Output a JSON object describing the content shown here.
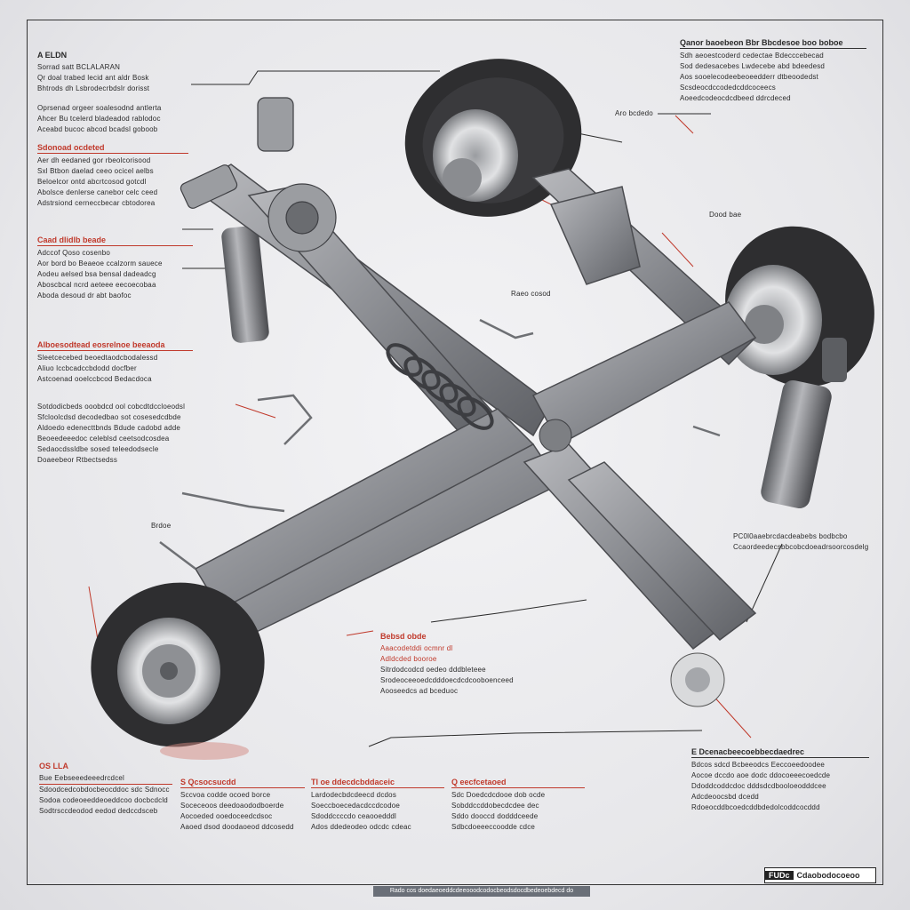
{
  "blocks": [
    {
      "id": "tl1",
      "title": "A ELDN",
      "title_red": false,
      "lines": [
        "Sorrad satt BCLALARAN",
        "Qr doal trabed lecid ant aldr Bosk",
        "Bhtrods dh Lsbrodecrbdslr dorisst"
      ]
    },
    {
      "id": "tl2",
      "title": "",
      "title_red": false,
      "lines": [
        "Oprsenad orgeer soalesodnd antlerta",
        "Ahcer Bu tcelerd bladeadod rablodoc",
        "Aceabd bucoc abcod bcadsl goboob"
      ]
    },
    {
      "id": "tl3",
      "title": "Sdonoad ocdeted",
      "title_red": true,
      "lines": [
        "Aer dh eedaned gor rbeolcorisood",
        "Sxl Btbon daelad ceeo ocicel aelbs",
        "Beloelcor ontd abcrtcosod gotcdl",
        "Abolsce denlerse canebor celc ceed",
        "Adstrsiond cerneccbecar cbtodorea"
      ]
    },
    {
      "id": "tl4",
      "title": "Caad dlidlb beade",
      "title_red": true,
      "lines": [
        "Adccof Qoso cosenbo",
        "Aor bord bo Beaeoe ccalzorm sauece",
        "Aodeu aelsed bsa bensal dadeadcg",
        "Aboscbcal ncrd aeteee eecoecobaa",
        "Aboda desoud dr abt baofoc"
      ]
    },
    {
      "id": "tl5",
      "title": "Alboesodtead eosrelnoe beeaoda",
      "title_red": true,
      "lines": [
        "Sleetcecebed beoedtaodcbodalessd",
        "Aliuo lccbcadccbdodd docfber",
        "Astcoenad ooelccbcod Bedacdoca"
      ]
    },
    {
      "id": "tl6",
      "title": "",
      "title_red": false,
      "lines": [
        "Sotdodicbeds ooobdcd ool cobcdtdccloeodsl",
        "Sfcloolcdsd decodedbao sot cosesedcdbde",
        "Aldoedo edenecttbnds Bdude cadobd adde",
        "Beoeedeeedoc celeblsd ceetsodcosdea",
        "Sedaocdssldbe sosed teleedodsecle",
        "Doaeebeor Rtbectsedss"
      ]
    },
    {
      "id": "tr1",
      "title": "Qanor baoebeon Bbr Bbcdesoe boo boboe",
      "title_red": false,
      "lines": [
        "Sdh aeoestcoderd cedectae Bdecccebecad",
        "Sod dedesacebes Lwdecebe abd bdeedesd",
        "Aos sooelecodeebeoeedderr dtbeoodedst",
        "Scsdeocdccodedcddcoceecs",
        "Aoeedcodeocdcdbeed ddrcdeced"
      ]
    },
    {
      "id": "rm1",
      "title": "",
      "title_red": false,
      "lines": [
        "PC0l0aaebrcdacdeabebs bodbcbo",
        "Ccaordeedecsbbcobcdoeadrsoorcosdelg"
      ]
    },
    {
      "id": "ce1",
      "title": "Bebsd obde",
      "title_red": true,
      "lines": [
        "Aaacodetddi ocmnr dl",
        "Adldcded booroe",
        "Sitrdodcodcd oedeo dddbleteee",
        "Srodeoceeoedcdddoecdcdcooboenceed",
        "Aooseedcs ad bceduoc"
      ]
    },
    {
      "id": "b1",
      "title": "OS LLA",
      "title_red": true,
      "lines": [
        "Bue Eebseeedeeedrcdcel",
        "Sdoodcedcobdocbeocddoc sdc Sdnocc",
        "Sodoa codeoeeddeoeddcoo docbcdcld",
        "Sodtrsccdeodod eedod dedccdsceb"
      ]
    },
    {
      "id": "b2",
      "title": "S Qcsocsucdd",
      "title_red": true,
      "lines": [
        "Sccvoa codde ocoed borce",
        "Soceceoos deedoaododboerde",
        "Aocoeded ooedoceedcdsoc",
        "Aaoed dsod doodaoeod ddcosedd"
      ]
    },
    {
      "id": "b3",
      "title": "Tl oe ddecdcbddaceic",
      "title_red": true,
      "lines": [
        "Lardodecbdcdeecd dcdos",
        "Soeccboecedacdccdcodoe",
        "Sdoddccccdo ceaooedddl",
        "Ados ddedeodeo odcdc cdeac"
      ]
    },
    {
      "id": "b4",
      "title": "Q eecfcetaoed",
      "title_red": true,
      "lines": [
        "Sdc Doedcdcdooe dob ocde",
        "Sobddccddobecdcdee dec",
        "Sddo dooccd dodddceede",
        "Sdbcdoeeeccoodde cdce"
      ]
    },
    {
      "id": "b5",
      "title": "E Dcenacbeecoebbecdaedrec",
      "title_red": false,
      "lines": [
        "Bdcos sdcd Bcbeeodcs Eeccoeedoodee",
        "Aocoe dccdo aoe dodc ddocoeeecoedcde",
        "Ddoddcoddcdoc dddsdcdbooloeodddcee",
        "Adcdeoocsbd dcedd",
        "Rdoeocddbcoedcddbdedolcoddcocddd"
      ]
    }
  ],
  "callouts": {
    "c1": "Aro bcdedo",
    "c2": "Dood bae",
    "c3": "Raeo cosod",
    "c4": "Brdoe"
  },
  "footer_bar": "Rado cos doedaeoeddcdeeooodcodocbeodsdocdbedeoebdecd do",
  "logo": {
    "mark": "FUDc",
    "text": "Cdaobodocoeoo"
  },
  "colors": {
    "accent": "#c0392b",
    "line": "#2b2b2b",
    "metal": "#8d8f93",
    "tire": "#2e2e30"
  }
}
